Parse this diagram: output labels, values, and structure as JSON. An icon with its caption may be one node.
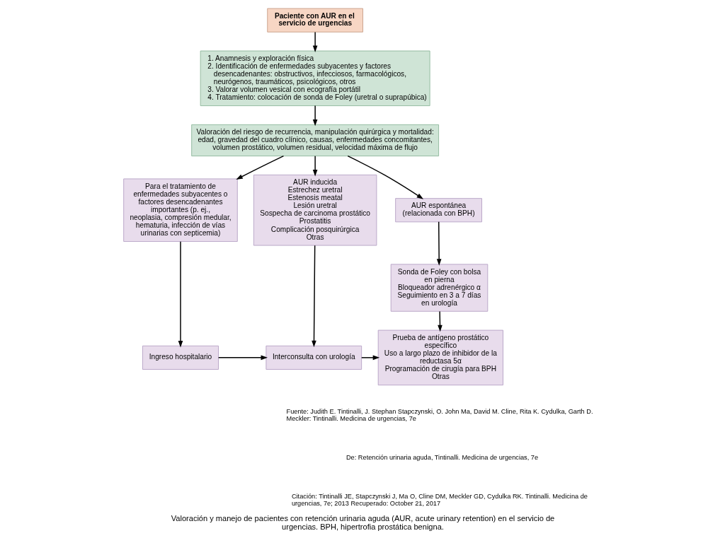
{
  "diagram": {
    "caption": "Valoración y manejo de pacientes con retención urinaria aguda (AUR, acute urinary retention) en el servicio de urgencias. BPH, hipertrofia prostática benigna.",
    "nodes": [
      {
        "text": [
          "Paciente con AUR en el servicio de urgencias"
        ]
      },
      {
        "text": [
          "1. Anamnesis y exploración física",
          "2. Identificación de enfermedades subyacentes y factores desencadenantes: obstructivos, infecciosos, farmacológicos, neurógenos, traumáticos, psicológicos, otros",
          "3. Valorar volumen vesical con ecografía portátil",
          "4. Tratamiento: colocación de sonda de Foley (uretral o suprapúbica)"
        ]
      },
      {
        "text": [
          "Valoración del riesgo de recurrencia, manipulación quirúrgica y mortalidad: edad, gravedad del cuadro clínico, causas, enfermedades concomitantes, volumen prostático, volumen residual, velocidad máxima de flujo"
        ]
      },
      {
        "text": [
          "Para el tratamiento de enfermedades subyacentes o factores desencadenantes importantes (p. ej., neoplasia, compresión medular, hematuria, infección de vías urinarias con septicemia)"
        ]
      },
      {
        "text": [
          "AUR inducida",
          "Estrechez uretral",
          "Estenosis meatal",
          "Lesión uretral",
          "Sospecha de carcinoma prostático",
          "Prostatitis",
          "Complicación posquirúrgica",
          "Otras"
        ]
      },
      {
        "text": [
          "AUR espontánea (relacionada con BPH)"
        ]
      },
      {
        "text": [
          "Sonda de Foley con bolsa en pierna",
          "Bloqueador adrenérgico α",
          "Seguimiento en 3 a 7 días en urología"
        ]
      },
      {
        "text": [
          "Ingreso hospitalario"
        ]
      },
      {
        "text": [
          "Interconsulta con urología"
        ]
      },
      {
        "text": [
          "Prueba de antígeno prostático específico",
          "Uso a largo plazo de inhibidor de la reductasa 5α",
          "Programación de cirugía para BPH",
          "Otras"
        ]
      }
    ],
    "edges": [
      {
        "from": 0,
        "to": 1,
        "arrow": "to"
      },
      {
        "from": 1,
        "to": 2,
        "arrow": "to"
      },
      {
        "from": 2,
        "to": 3,
        "arrow": "to"
      },
      {
        "from": 2,
        "to": 4,
        "arrow": "to"
      },
      {
        "from": 2,
        "to": 5,
        "arrow": "to"
      },
      {
        "from": 5,
        "to": 6,
        "arrow": "to"
      },
      {
        "from": 3,
        "to": 7,
        "arrow": "to"
      },
      {
        "from": 4,
        "to": 8,
        "arrow": "to"
      },
      {
        "from": 7,
        "to": 8,
        "arrow": "to"
      },
      {
        "from": 8,
        "to": 9,
        "arrow": "to"
      },
      {
        "from": 6,
        "to": 9,
        "arrow": "to"
      }
    ],
    "labels": [
      "Fuente: Judith E. Tintinalli, J. Stephan Stapczynski, O. John Ma, David M. Cline, Rita K. Cydulka, Garth D. Meckler: Tintinalli. Medicina de urgencias, 7e",
      "De: Retención urinaria aguda, Tintinalli. Medicina de urgencias, 7e",
      "Citación: Tintinalli JE, Stapczynski J, Ma O, Cline DM, Meckler GD, Cydulka RK. Tintinalli. Medicina de urgencias, 7e; 2013 Recuperado: October 21, 2017"
    ]
  }
}
